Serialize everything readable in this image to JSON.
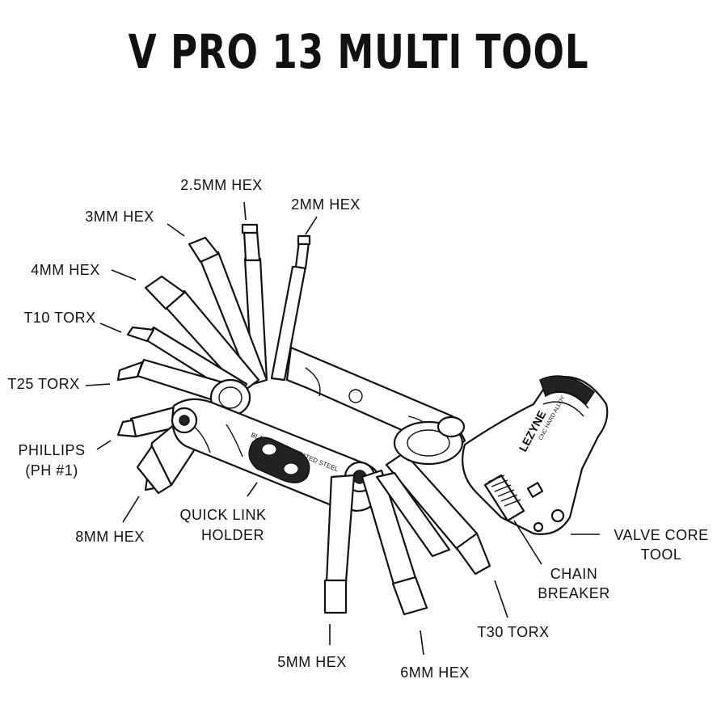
{
  "title": "V PRO 13 MULTI TOOL",
  "labels": {
    "hex_2_5mm": "2.5MM HEX",
    "hex_2mm": "2MM HEX",
    "hex_3mm": "3MM HEX",
    "hex_4mm": "4MM HEX",
    "torx_t10": "T10 TORX",
    "torx_t25": "T25 TORX",
    "phillips_line1": "PHILLIPS",
    "phillips_line2": "(PH #1)",
    "hex_8mm": "8MM HEX",
    "quick_link_line1": "QUICK LINK",
    "quick_link_line2": "HOLDER",
    "hex_5mm": "5MM HEX",
    "hex_6mm": "6MM HEX",
    "torx_t30": "T30 TORX",
    "chain_breaker_line1": "CHAIN",
    "chain_breaker_line2": "BREAKER",
    "valve_core_line1": "VALVE CORE",
    "valve_core_line2": "TOOL"
  },
  "tool_markings": {
    "brand": "LEZYNE",
    "side_text": "BLACK HEAT-TREATED STEEL",
    "chain_breaker_text": "CNC HARD ALLOY"
  }
}
